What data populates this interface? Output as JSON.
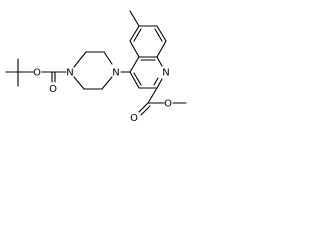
{
  "structure": {
    "atoms": {
      "carbamate_o_ether": "O",
      "carbamate_o_carbonyl": "O",
      "piperazine_n_carbamate": "N",
      "piperazine_n_aryl": "N",
      "quinoline_n": "N",
      "ester_o_carbonyl": "O",
      "ester_o_ether": "O"
    }
  },
  "colors": {
    "bond": "#000000",
    "text": "#000000",
    "background": "#ffffff"
  }
}
